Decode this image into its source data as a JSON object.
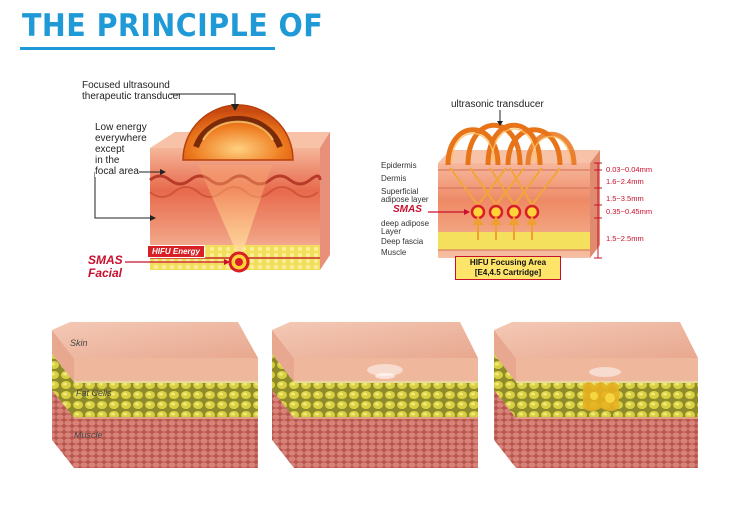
{
  "title": "THE PRINCIPLE OF",
  "left_diagram": {
    "transducer_label_line1": "Focused ultrasound",
    "transducer_label_line2": "therapeutic transducer",
    "low_energy_line1": "Low energy",
    "low_energy_line2": "everywhere",
    "low_energy_line3": "except",
    "low_energy_line4": "in the",
    "low_energy_line5": "focal area",
    "hifu_energy": "HIFU Energy",
    "smas": "SMAS",
    "facial": "Facial"
  },
  "right_diagram": {
    "transducer_label": "ultrasonic transducer",
    "layers": {
      "epidermis": "Epidermis",
      "dermis": "Dermis",
      "superficial_line1": "Superficial",
      "superficial_line2": "adipose layer",
      "smas": "SMAS",
      "deep_adipose_line1": "deep adipose",
      "deep_adipose_line2": "Layer",
      "deep_fascia": "Deep fascia",
      "muscle": "Muscle"
    },
    "measurements": [
      "0.03~0.04mm",
      "1.6~2.4mm",
      "1.5~3.5mm",
      "0.35~0.45mm",
      "1.5~2.5mm"
    ],
    "focus_line1": "HIFU Focusing Area",
    "focus_line2": "[E4,4.5 Cartridge]"
  },
  "tissue_blocks": {
    "skin": "Skin",
    "fat_cells": "Fat Cells",
    "muscle": "Muscle"
  },
  "colors": {
    "title": "#1f9ad6",
    "accent_red": "#c8102e",
    "skin": "#f2c0a8",
    "fat": "#d6cc3a",
    "muscle": "#c9655c"
  }
}
